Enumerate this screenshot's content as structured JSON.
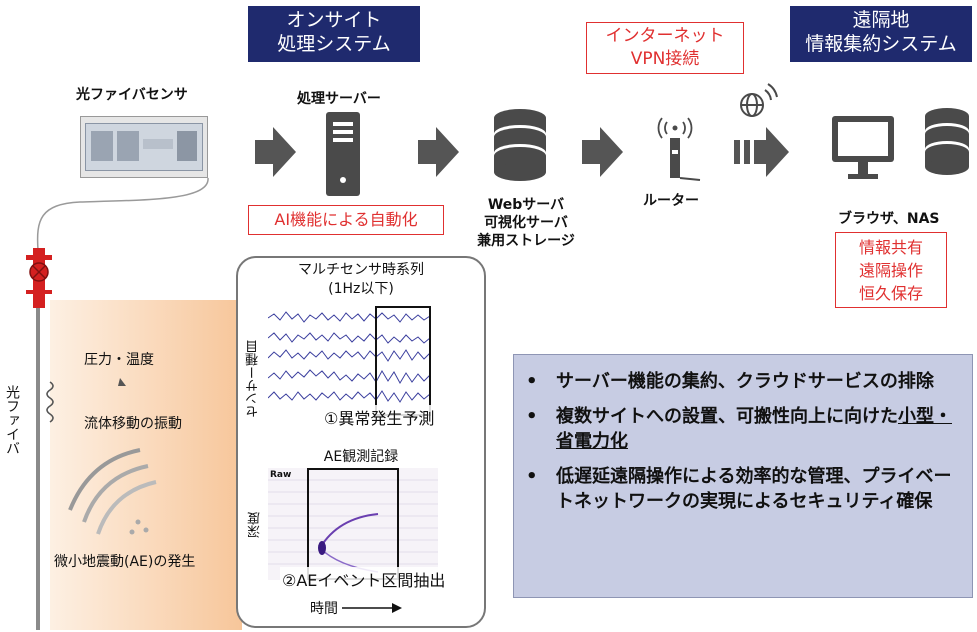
{
  "headers": {
    "onsite": [
      "オンサイト",
      "処理システム"
    ],
    "remote": [
      "遠隔地",
      "情報集約システム"
    ]
  },
  "internet_box": [
    "インターネット",
    "VPN接続"
  ],
  "labels": {
    "fiber_sensor": "光ファイバセンサ",
    "processing_server": "処理サーバー",
    "web_server": [
      "Webサーバ",
      "可視化サーバ",
      "兼用ストレージ"
    ],
    "router": "ルーター",
    "browser_nas": "ブラウザ、NAS"
  },
  "ai_box": "AI機能による自動化",
  "remote_features": [
    "情報共有",
    "遠隔操作",
    "恒久保存"
  ],
  "left_panel": {
    "pressure_temp": "圧力・温度",
    "fluid_vibration": "流体移動の振動",
    "microseismic": "微小地震動(AE)の発生",
    "fiber_vertical": "光ファイバ"
  },
  "timeseries": {
    "title": [
      "マルチセンサ時系列",
      "(1Hz以下)"
    ],
    "ylabel": "センサー種目",
    "caption": "①異常発生予測"
  },
  "ae_record": {
    "title": "AE観測記録",
    "raw_tag": "Raw",
    "ylabel": "深度",
    "caption": "②AEイベント区間抽出",
    "xlabel": "時間"
  },
  "bullets": {
    "b1": "サーバー機能の集約、クラウドサービスの排除",
    "b2_pre": "複数サイトへの設置、可搬性向上に向けた",
    "b2_underlined": "小型・省電力化",
    "b3": "低遅延遠隔操作による効率的な管理、プライベートネットワークの実現によるセキュリティ確保"
  },
  "colors": {
    "navy": "#1f2a6e",
    "red": "#e03030",
    "panel": "#c7cce3",
    "arrow": "#555555",
    "icon": "#4a4a4a"
  }
}
